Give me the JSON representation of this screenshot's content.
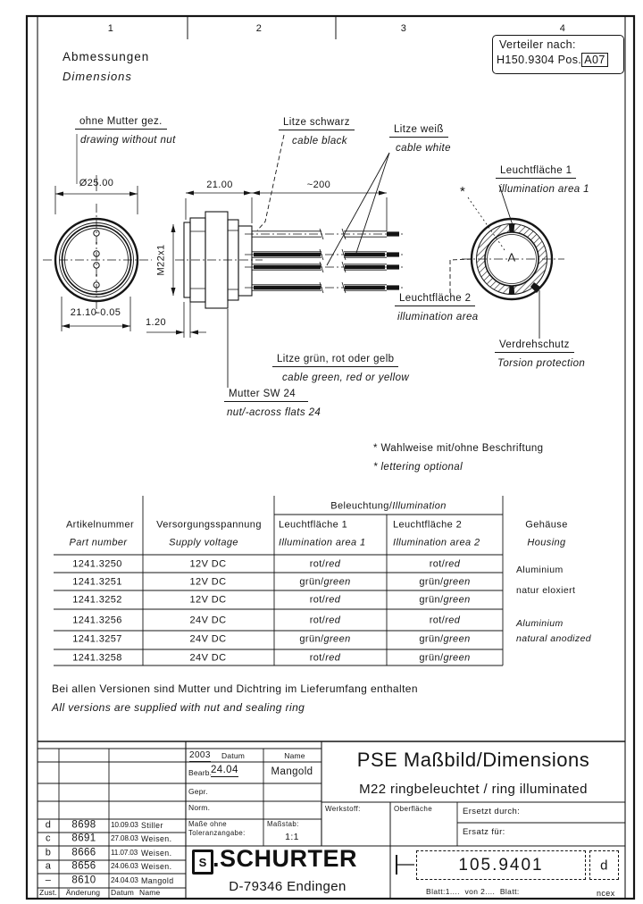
{
  "frame": {
    "zones": [
      "1",
      "2",
      "3",
      "4"
    ],
    "distribution": {
      "label": "Verteiler nach:",
      "number": "H150.9304 Pos.",
      "position": "A07"
    }
  },
  "header": {
    "title_de": "Abmessungen",
    "title_en": "Dimensions"
  },
  "drawing": {
    "labels": {
      "without_nut": {
        "de": "ohne Mutter gez.",
        "en": "drawing without nut"
      },
      "cable_black": {
        "de": "Litze schwarz",
        "en": "cable black"
      },
      "cable_white": {
        "de": "Litze weiß",
        "en": "cable white"
      },
      "illumination1": {
        "de": "Leuchtfläche 1",
        "en": "illumination area 1"
      },
      "illumination2": {
        "de": "Leuchtfläche 2",
        "en": "illumination area"
      },
      "torsion": {
        "de": "Verdrehschutz",
        "en": "Torsion protection"
      },
      "cable_colors": {
        "de": "Litze grün, rot oder gelb",
        "en": "cable green, red or yellow"
      },
      "nut": {
        "de": "Mutter SW 24",
        "en": "nut/-across flats 24"
      },
      "lettering_note": {
        "de": "* Wahlweise mit/ohne Beschriftung",
        "en": "* lettering optional"
      },
      "asterisk": "*",
      "center_glyph": "Λ"
    },
    "dimensions": {
      "front_diameter": "Ø25.00",
      "body_length": "21.00",
      "cable_length": "~200",
      "rear_diameter": "21.10-0.05",
      "thread": "M22x1",
      "flange": "1.20"
    }
  },
  "table": {
    "separator": "/",
    "headers": {
      "part": {
        "de": "Artikelnummer",
        "en": "Part number"
      },
      "voltage": {
        "de": "Versorgungsspannung",
        "en": "Supply voltage"
      },
      "group": {
        "de": "Beleuchtung",
        "en": "Illumination"
      },
      "area1": {
        "de": "Leuchtfläche 1",
        "en": "Illumination area 1"
      },
      "area2": {
        "de": "Leuchtfläche 2",
        "en": "Illumination area 2"
      },
      "housing": {
        "de": "Gehäuse",
        "en": "Housing"
      }
    },
    "rows": [
      {
        "part": "1241.3250",
        "voltage": "12V DC",
        "area1_de": "rot",
        "area1_en": "red",
        "area2_de": "rot",
        "area2_en": "red"
      },
      {
        "part": "1241.3251",
        "voltage": "12V DC",
        "area1_de": "grün",
        "area1_en": "green",
        "area2_de": "grün",
        "area2_en": "green"
      },
      {
        "part": "1241.3252",
        "voltage": "12V DC",
        "area1_de": "rot",
        "area1_en": "red",
        "area2_de": "grün",
        "area2_en": "green"
      },
      {
        "part": "1241.3256",
        "voltage": "24V DC",
        "area1_de": "rot",
        "area1_en": "red",
        "area2_de": "rot",
        "area2_en": "red"
      },
      {
        "part": "1241.3257",
        "voltage": "24V DC",
        "area1_de": "grün",
        "area1_en": "green",
        "area2_de": "grün",
        "area2_en": "green"
      },
      {
        "part": "1241.3258",
        "voltage": "24V DC",
        "area1_de": "rot",
        "area1_en": "red",
        "area2_de": "grün",
        "area2_en": "green"
      }
    ],
    "housing": {
      "de1": "Aluminium",
      "de2": "natur eloxiert",
      "en1": "Aluminium",
      "en2": "natural anodized"
    }
  },
  "note": {
    "de": "Bei allen Versionen sind Mutter und Dichtring im Lieferumfang enthalten",
    "en": "All versions are supplied with nut and sealing ring"
  },
  "titleblock": {
    "year": "2003",
    "datum_label": "Datum",
    "name_label": "Name",
    "bearb_label": "Bearb.",
    "bearb_date": "24.04",
    "bearb_name": "Mangold",
    "gepr_label": "Gepr.",
    "norm_label": "Norm.",
    "tolerance_line1": "Maße ohne",
    "tolerance_line2": "Toleranzangabe:",
    "scale_label": "Maßstab:",
    "scale_value": "1:1",
    "material_label": "Werkstoff:",
    "surface_label": "Oberfläche",
    "replaced_by": "Ersetzt durch:",
    "replacement_for": "Ersatz für:",
    "title": "PSE Maßbild/Dimensions",
    "subtitle": "M22  ringbeleuchtet / ring illuminated",
    "logo_letter": "S",
    "logo_separator": ".",
    "company": "SCHURTER",
    "address": "D-79346 Endingen",
    "document_number": "105.9401",
    "revision_letter": "d",
    "sheet_info": "Blatt:1....  von 2....  Blatt:",
    "code": "ncex",
    "revisions": [
      {
        "rev": "d",
        "change": "8698",
        "date": "10.09.03",
        "name": "Stiller"
      },
      {
        "rev": "c",
        "change": "8691",
        "date": "27.08.03",
        "name": "Weisen."
      },
      {
        "rev": "b",
        "change": "8666",
        "date": "11.07.03",
        "name": "Weisen."
      },
      {
        "rev": "a",
        "change": "8656",
        "date": "24.06.03",
        "name": "Weisen."
      },
      {
        "rev": "–",
        "change": "8610",
        "date": "24.04.03",
        "name": "Mangold"
      }
    ],
    "footer": {
      "zust": "Zust.",
      "change": "Änderung",
      "date": "Datum",
      "name": "Name"
    }
  }
}
